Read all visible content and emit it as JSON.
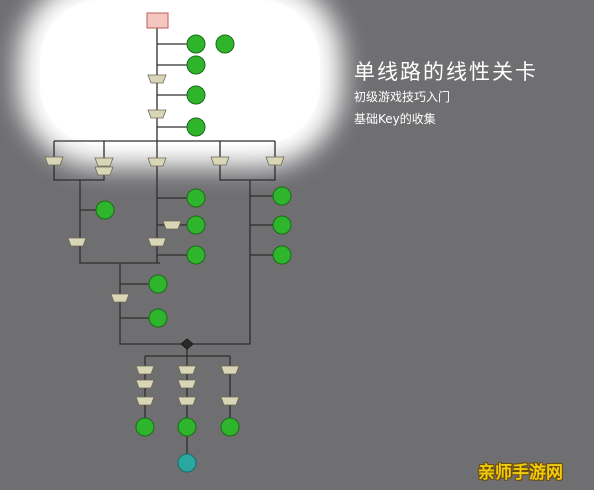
{
  "title": "单线路的线性关卡",
  "subtitles": [
    "初级游戏技巧入门",
    "基础Key的收集"
  ],
  "watermark": "亲师手游网",
  "colors": {
    "background": "#6f6e71",
    "line": "#2e2e2e",
    "node_green": "#2fb52c",
    "node_green_border": "#1a6b18",
    "start_fill": "#f4c6c0",
    "start_border": "#c05a5a",
    "gate_fill": "#d9d6b8",
    "gate_border": "#6b6a55",
    "end_fill": "#2aa7a0",
    "end_border": "#166b66"
  },
  "icons": {
    "start": "start-rectangle",
    "node": "green-circle",
    "gate": "trapezoid-gate",
    "junction": "diamond",
    "end": "teal-circle"
  }
}
